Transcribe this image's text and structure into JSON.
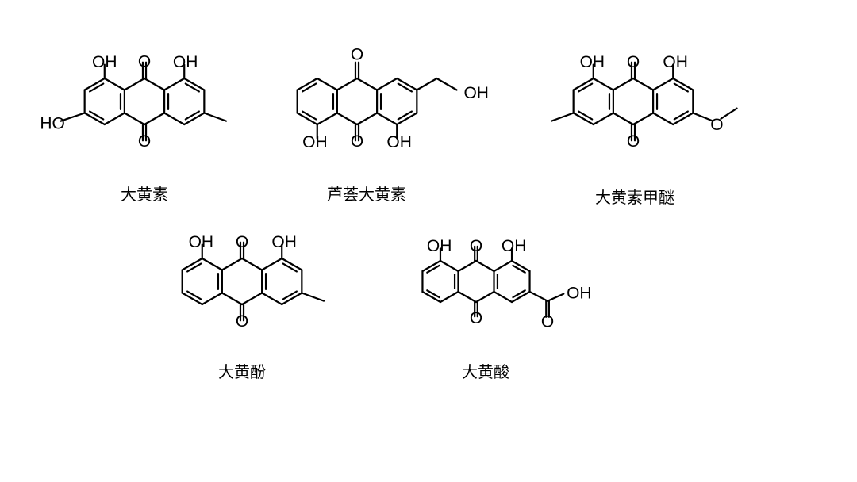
{
  "diagram": {
    "compounds": [
      {
        "key": "emodin",
        "name": "大黄素",
        "substituents": [
          "OH",
          "OH",
          "HO",
          "O",
          "O"
        ]
      },
      {
        "key": "aloe_emodin",
        "name": "芦荟大黄素",
        "substituents": [
          "O",
          "OH",
          "OH",
          "OH",
          "O"
        ]
      },
      {
        "key": "physcion",
        "name": "大黄素甲醚",
        "substituents": [
          "OH",
          "O",
          "OH",
          "O",
          "O"
        ]
      },
      {
        "key": "chrysophanol",
        "name": "大黄酚",
        "substituents": [
          "OH",
          "O",
          "OH",
          "O"
        ]
      },
      {
        "key": "rhein",
        "name": "大黄酸",
        "substituents": [
          "OH",
          "O",
          "OH",
          "O",
          "OH",
          "O"
        ]
      }
    ],
    "colors": {
      "ink": "#000000",
      "background": "#ffffff"
    }
  }
}
